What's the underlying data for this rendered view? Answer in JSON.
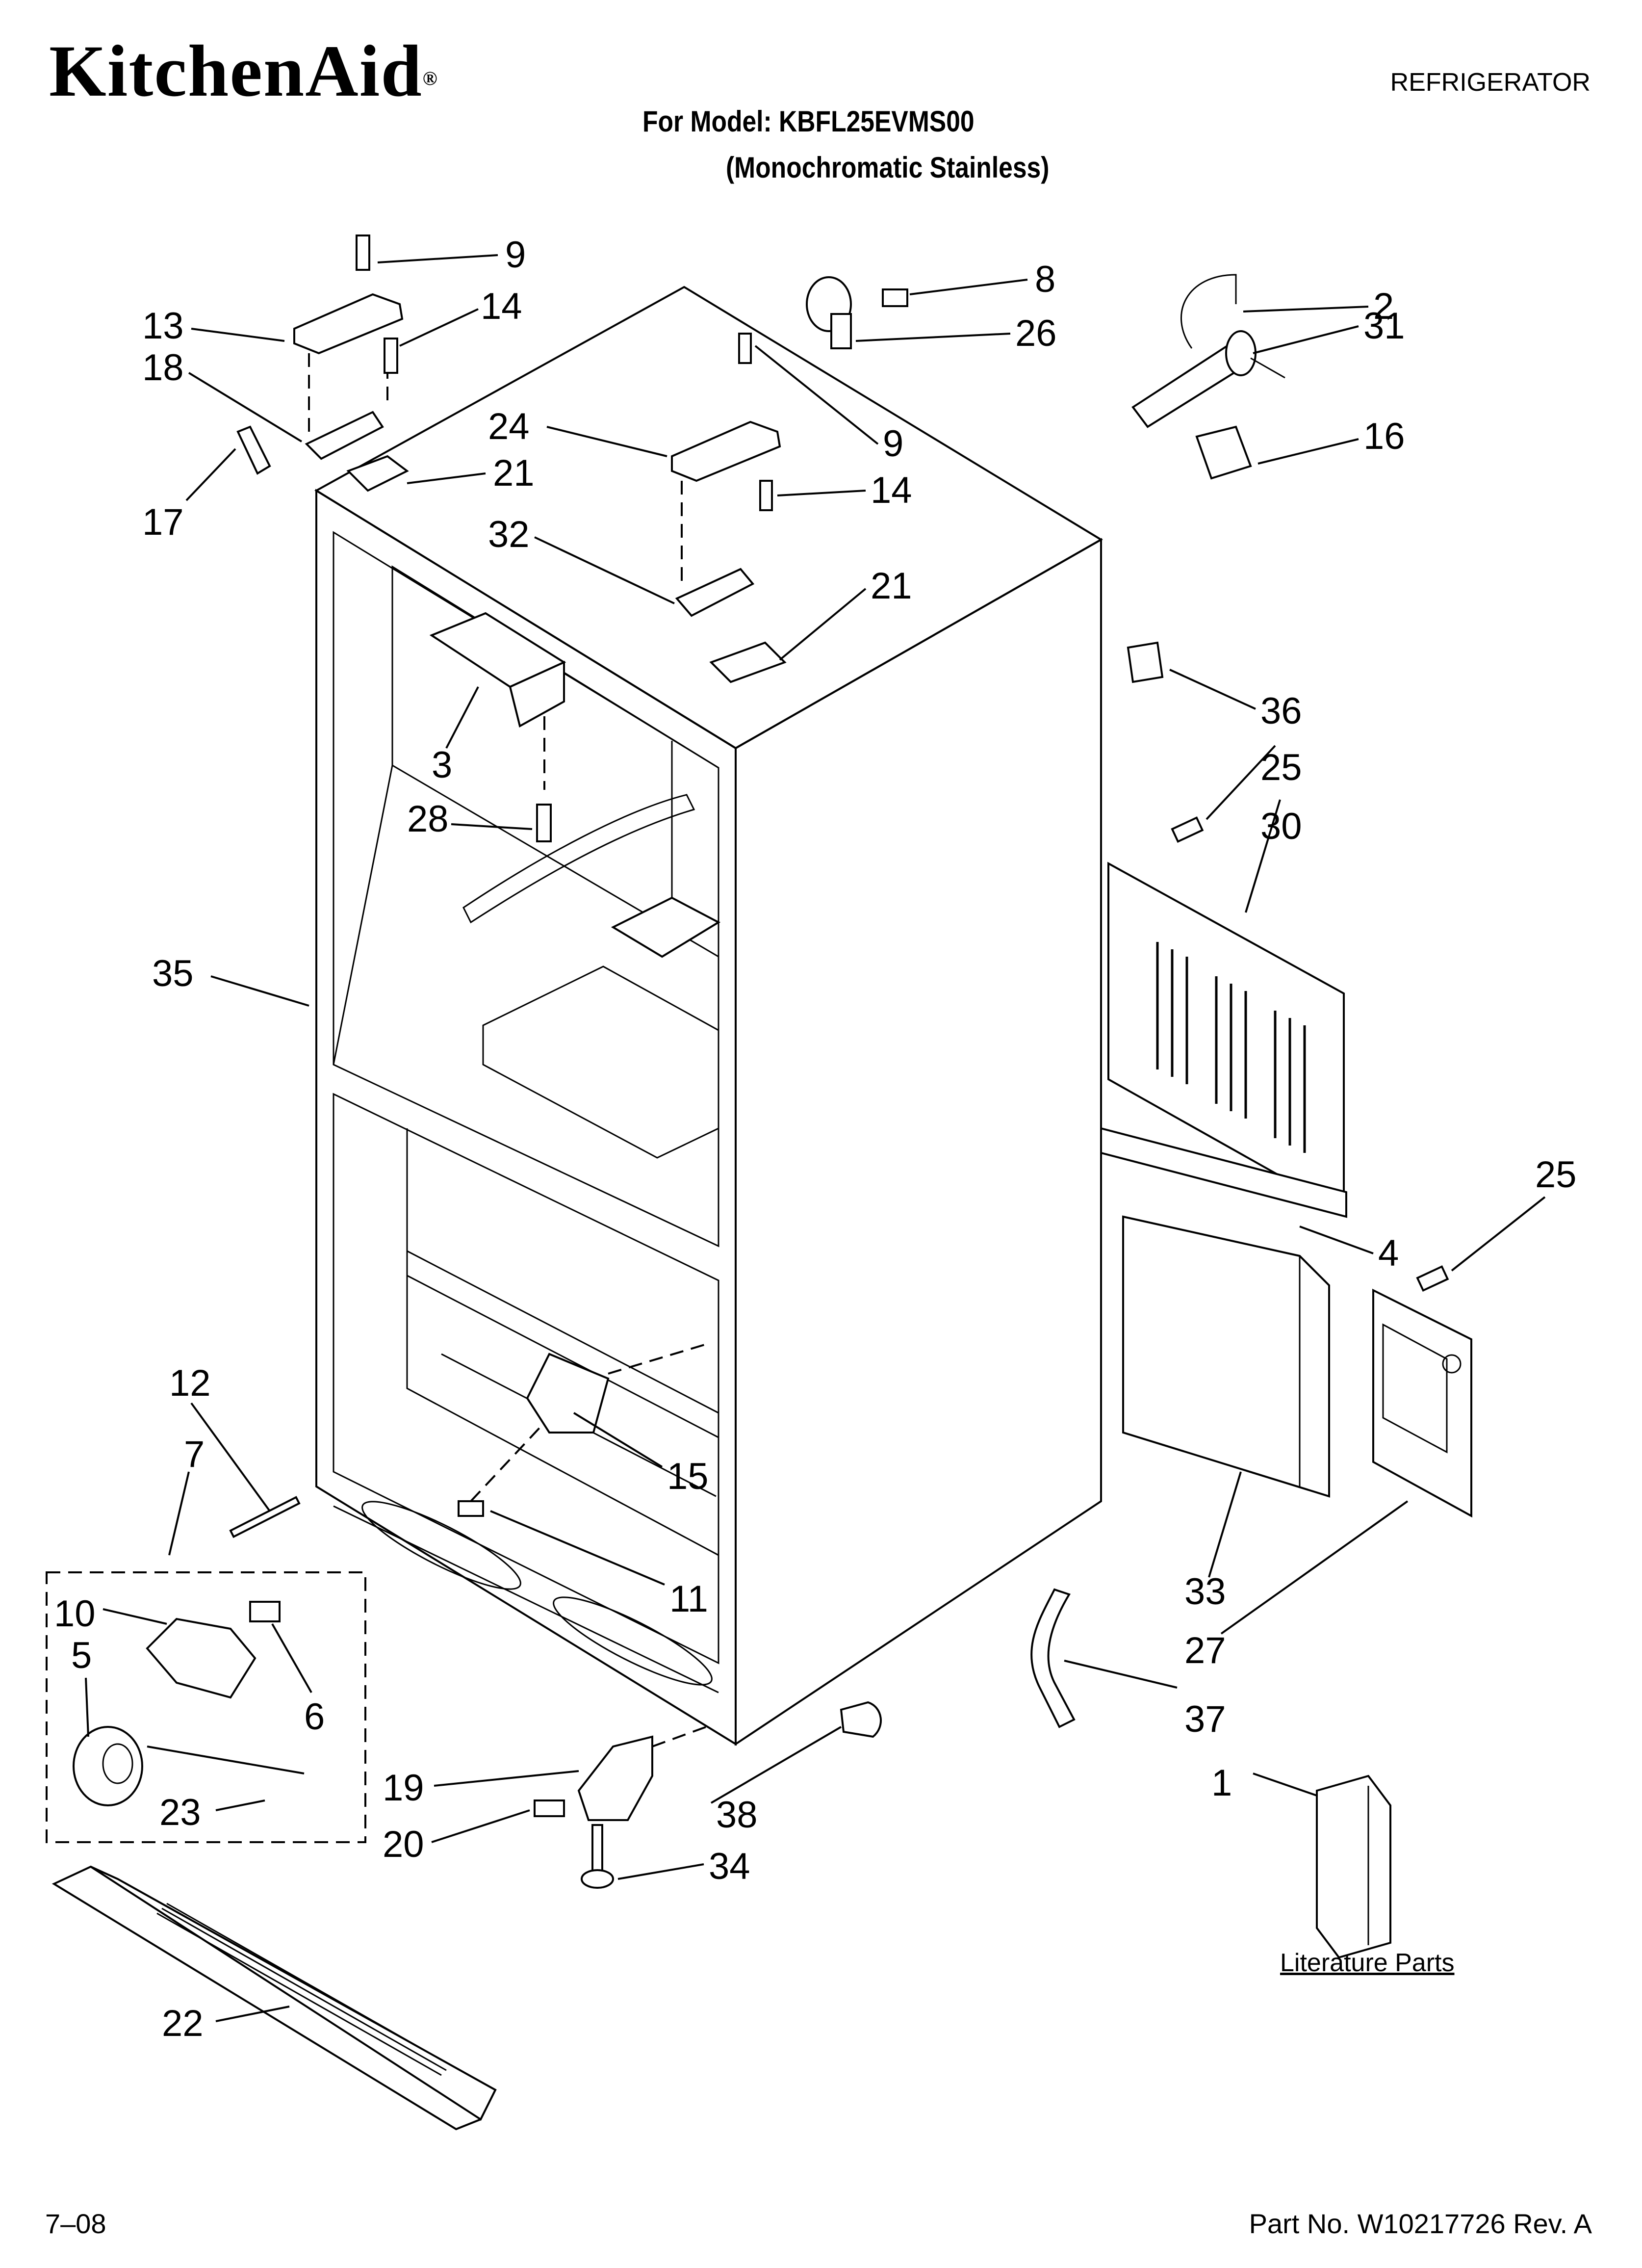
{
  "header": {
    "brand": "KitchenAid",
    "brand_mark": "®",
    "category": "REFRIGERATOR",
    "model_line": "For Model: KBFL25EVMS00",
    "variant_line": "(Monochromatic Stainless)"
  },
  "literature_label": "Literature Parts",
  "footer": {
    "date_code": "7–08",
    "part_number": "Part No. W10217726 Rev. A"
  },
  "callouts": [
    "9",
    "13",
    "14",
    "18",
    "17",
    "21",
    "8",
    "26",
    "2",
    "31",
    "16",
    "24",
    "9",
    "14",
    "32",
    "21",
    "3",
    "28",
    "36",
    "25",
    "30",
    "35",
    "25",
    "4",
    "12",
    "7",
    "15",
    "11",
    "10",
    "5",
    "6",
    "23",
    "33",
    "27",
    "37",
    "1",
    "19",
    "20",
    "38",
    "34",
    "22"
  ]
}
